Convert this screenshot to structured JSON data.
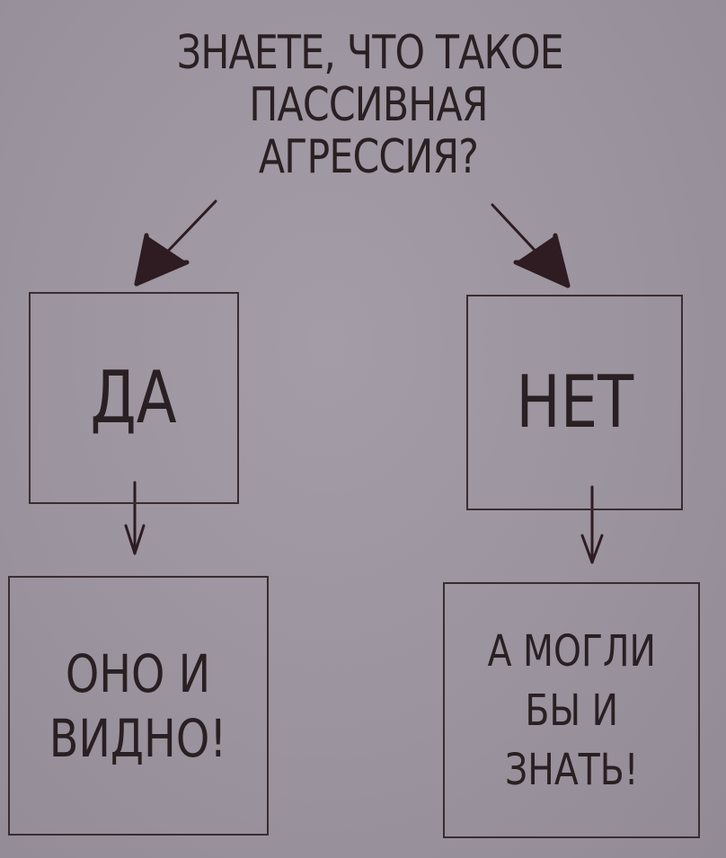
{
  "question": {
    "lines": [
      "ЗНАЕТЕ, ЧТО ТАКОЕ",
      "ПАССИВНАЯ",
      "АГРЕССИЯ?"
    ]
  },
  "answers": {
    "yes": "ДА",
    "no": "НЕТ"
  },
  "outcomes": {
    "yes_result": [
      "ОНО И",
      "ВИДНО!"
    ],
    "no_result": [
      "А МОГЛИ",
      "БЫ И",
      "ЗНАТЬ!"
    ]
  },
  "colors": {
    "background": "#9a929c",
    "ink": "#2a1f22"
  }
}
